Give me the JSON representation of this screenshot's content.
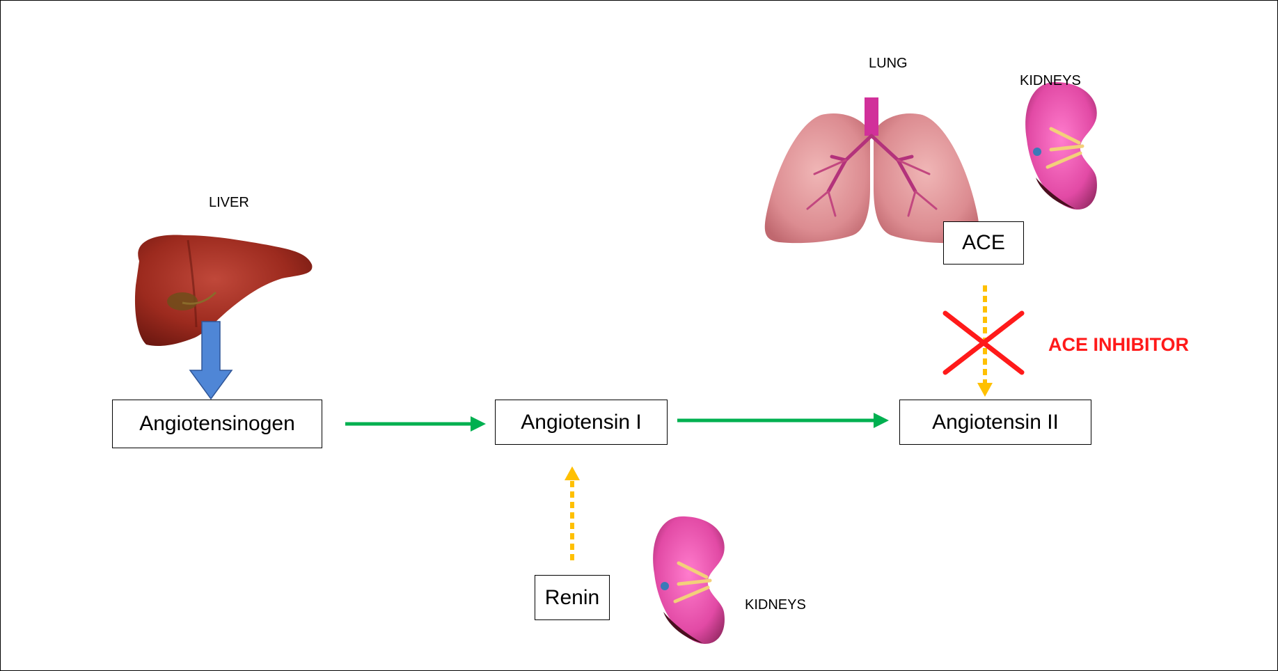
{
  "organs": {
    "liver": "LIVER",
    "lung": "LUNG",
    "kidneys_top": "KIDNEYS",
    "kidneys_bottom": "KIDNEYS"
  },
  "molecules": {
    "angiotensinogen": "Angiotensinogen",
    "angiotensin_1": "Angiotensin I",
    "angiotensin_2": "Angiotensin II"
  },
  "enzymes": {
    "renin": "Renin",
    "ace": "ACE"
  },
  "inhibitor": {
    "label": "ACE INHIBITOR"
  },
  "colors": {
    "conversion_arrow": "#00b050",
    "enzyme_arrow": "#ffc000",
    "production_arrow": "#4f86d6",
    "inhibitor": "#ff1a1a",
    "liver": "#9c2a1e",
    "lung": "#d7848a",
    "kidney": "#e0509f"
  }
}
